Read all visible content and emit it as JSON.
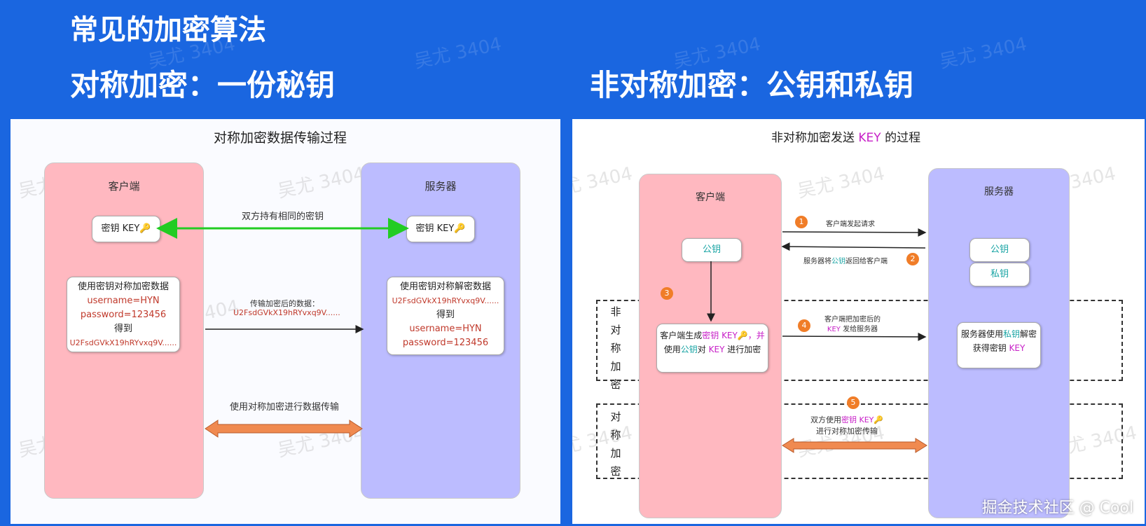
{
  "page_title": "常见的加密算法",
  "symmetric": {
    "heading": "对称加密：一份秘钥",
    "diagram_title": "对称加密数据传输过程",
    "client": {
      "title": "客户端",
      "key_box": "密钥 KEY🔑",
      "encrypt_title": "使用密钥对称加密数据",
      "username": "username=HYN",
      "password": "password=123456",
      "got": "得到",
      "cipher": "U2FsdGVkX19hRYvxq9V......"
    },
    "server": {
      "title": "服务器",
      "key_box": "密钥 KEY🔑",
      "decrypt_title": "使用密钥对称解密数据",
      "cipher": "U2FsdGVkX19hRYvxq9V......",
      "got": "得到",
      "username": "username=HYN",
      "password": "password=123456"
    },
    "arrow_shared_key_label": "双方持有相同的密钥",
    "arrow_transfer_label": "传输加密后的数据：",
    "arrow_transfer_cipher": "U2FsdGVkX19hRYvxq9V......",
    "arrow_data_label": "使用对称加密进行数据传输"
  },
  "asymmetric": {
    "heading": "非对称加密：公钥和私钥",
    "diagram_title_prefix": "非对称加密发送",
    "diagram_title_key": "KEY",
    "diagram_title_suffix": "的过程",
    "client": {
      "title": "客户端",
      "public_key_box": "公钥",
      "gen_line1_a": "客户端生成",
      "gen_line1_b": "密钥",
      "gen_line1_c": "KEY🔑，并",
      "gen_line2_a": "使用",
      "gen_line2_b": "公钥",
      "gen_line2_c": "对",
      "gen_line2_d": "KEY",
      "gen_line2_e": "进行加密"
    },
    "server": {
      "title": "服务器",
      "public_key_box": "公钥",
      "private_key_box": "私钥",
      "dec_line1_a": "服务器使用",
      "dec_line1_b": "私钥",
      "dec_line1_c": "解密",
      "dec_line2_a": "获得密钥",
      "dec_line2_b": "KEY"
    },
    "steps": [
      {
        "num": "1",
        "label": "客户端发起请求"
      },
      {
        "num": "2",
        "label_a": "服务器将",
        "label_b": "公钥",
        "label_c": "返回给客户端"
      },
      {
        "num": "3"
      },
      {
        "num": "4",
        "line1": "客户端把加密后的",
        "line2_a": "KEY",
        "line2_b": "发给服务器"
      },
      {
        "num": "5",
        "line1_a": "双方使用",
        "line1_b": "密钥",
        "line1_c": "KEY🔑",
        "line2": "进行对称加密传输"
      }
    ],
    "section_asym_label": "非对称加密",
    "section_sym_label": "对称加密"
  },
  "watermark": "吴尤 3404",
  "brand": "掘金技术社区 @ Cool",
  "colors": {
    "background": "#1a66e0",
    "client_column": "#ffb8c0",
    "server_column": "#bcbcff",
    "green_arrow": "#22cc22",
    "orange_arrow": "#f08a50",
    "teal_text": "#18a4a4",
    "magenta_text": "#c71fc7",
    "red_text": "#c0392b"
  }
}
